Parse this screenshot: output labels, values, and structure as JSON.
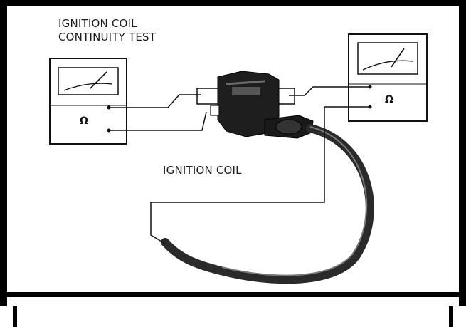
{
  "title_lines": [
    "IGNITION COIL",
    "CONTINUITY TEST"
  ],
  "coil_label": "IGNITION COIL",
  "left_meter": {
    "unit_symbol": "Ω"
  },
  "right_meter": {
    "unit_symbol": "Ω"
  },
  "colors": {
    "border": "#000000",
    "ink": "#1a1a1a",
    "coil_body": "#1e1e1e",
    "lead_wire": "#2a2a2a"
  }
}
